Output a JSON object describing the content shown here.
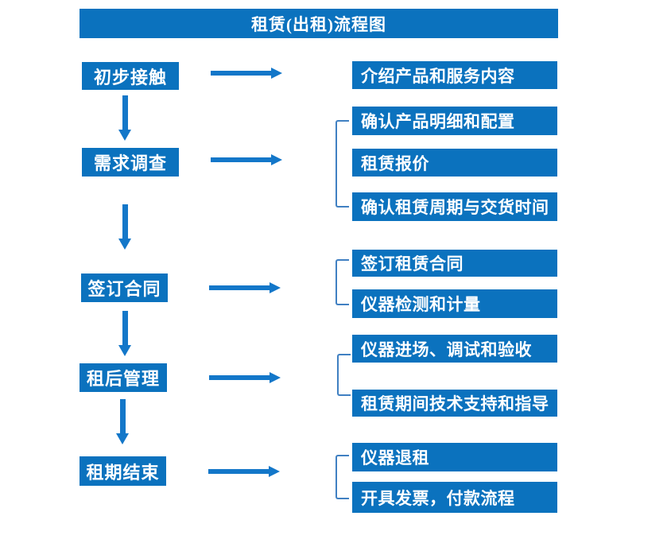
{
  "title": "租赁(出租)流程图",
  "colors": {
    "primary_blue": "#0b72be",
    "arrow_blue": "#1377c9",
    "bracket_blue": "#4080c2",
    "text_white": "#ffffff",
    "background": "#ffffff"
  },
  "shapes": {
    "right_arrow": "arrow pointing right",
    "down_arrow": "arrow pointing down",
    "bracket": "left square bracket grouping detail boxes"
  },
  "steps": [
    {
      "label": "初步接触",
      "details": [
        "介绍产品和服务内容"
      ]
    },
    {
      "label": "需求调查",
      "details": [
        "确认产品明细和配置",
        "租赁报价",
        "确认租赁周期与交货时间"
      ]
    },
    {
      "label": "签订合同",
      "details": [
        "签订租赁合同",
        "仪器检测和计量"
      ]
    },
    {
      "label": "租后管理",
      "details": [
        "仪器进场、调试和验收",
        "租赁期间技术支持和指导"
      ]
    },
    {
      "label": "租期结束",
      "details": [
        "仪器退租",
        "开具发票，付款流程"
      ]
    }
  ]
}
